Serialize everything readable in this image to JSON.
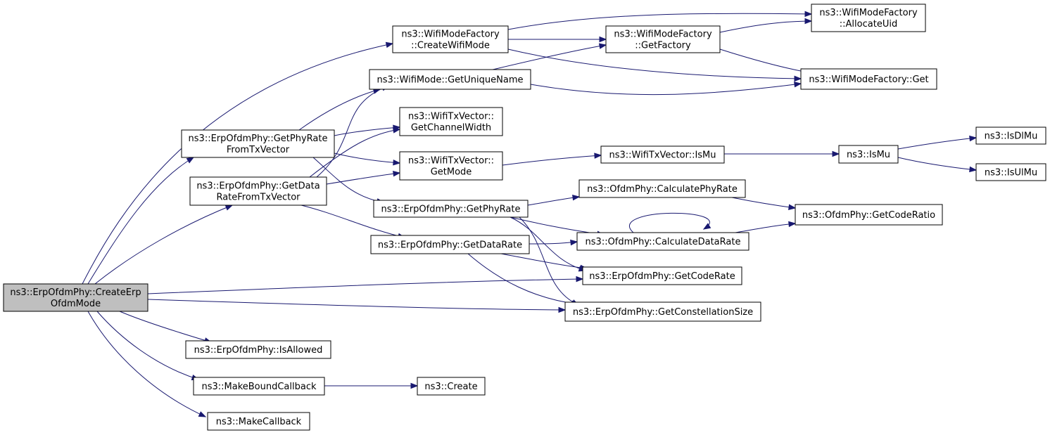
{
  "graph": {
    "nodes": [
      {
        "id": "root",
        "lines": [
          "ns3::ErpOfdmPhy::CreateErp",
          "OfdmMode"
        ],
        "root": true
      },
      {
        "id": "createwifimode",
        "lines": [
          "ns3::WifiModeFactory",
          "::CreateWifiMode"
        ]
      },
      {
        "id": "allocateuid",
        "lines": [
          "ns3::WifiModeFactory",
          "::AllocateUid"
        ]
      },
      {
        "id": "getfactory",
        "lines": [
          "ns3::WifiModeFactory",
          "::GetFactory"
        ]
      },
      {
        "id": "get",
        "lines": [
          "ns3::WifiModeFactory::Get"
        ]
      },
      {
        "id": "getuniquename",
        "lines": [
          "ns3::WifiMode::GetUniqueName"
        ]
      },
      {
        "id": "getphyratefromtx",
        "lines": [
          "ns3::ErpOfdmPhy::GetPhyRate",
          "FromTxVector"
        ]
      },
      {
        "id": "getchannelwidth",
        "lines": [
          "ns3::WifiTxVector::",
          "GetChannelWidth"
        ]
      },
      {
        "id": "getdataratefromtx",
        "lines": [
          "ns3::ErpOfdmPhy::GetData",
          "RateFromTxVector"
        ]
      },
      {
        "id": "getmode",
        "lines": [
          "ns3::WifiTxVector::",
          "GetMode"
        ]
      },
      {
        "id": "txismu",
        "lines": [
          "ns3::WifiTxVector::IsMu"
        ]
      },
      {
        "id": "ismu",
        "lines": [
          "ns3::IsMu"
        ]
      },
      {
        "id": "isdlmu",
        "lines": [
          "ns3::IsDlMu"
        ]
      },
      {
        "id": "isulmu",
        "lines": [
          "ns3::IsUlMu"
        ]
      },
      {
        "id": "getphyrate",
        "lines": [
          "ns3::ErpOfdmPhy::GetPhyRate"
        ]
      },
      {
        "id": "calcphyrate",
        "lines": [
          "ns3::OfdmPhy::CalculatePhyRate"
        ]
      },
      {
        "id": "getcoderatio",
        "lines": [
          "ns3::OfdmPhy::GetCodeRatio"
        ]
      },
      {
        "id": "getdatarate",
        "lines": [
          "ns3::ErpOfdmPhy::GetDataRate"
        ]
      },
      {
        "id": "calcdatarate",
        "lines": [
          "ns3::OfdmPhy::CalculateDataRate"
        ]
      },
      {
        "id": "getcoderate",
        "lines": [
          "ns3::ErpOfdmPhy::GetCodeRate"
        ]
      },
      {
        "id": "getconstsize",
        "lines": [
          "ns3::ErpOfdmPhy::GetConstellationSize"
        ]
      },
      {
        "id": "isallowed",
        "lines": [
          "ns3::ErpOfdmPhy::IsAllowed"
        ]
      },
      {
        "id": "makeboundcallback",
        "lines": [
          "ns3::MakeBoundCallback"
        ]
      },
      {
        "id": "create",
        "lines": [
          "ns3::Create"
        ]
      },
      {
        "id": "makecallback",
        "lines": [
          "ns3::MakeCallback"
        ]
      }
    ],
    "edges": [
      [
        "root",
        "createwifimode"
      ],
      [
        "root",
        "getphyratefromtx"
      ],
      [
        "root",
        "getdataratefromtx"
      ],
      [
        "root",
        "getcoderate"
      ],
      [
        "root",
        "getconstsize"
      ],
      [
        "root",
        "isallowed"
      ],
      [
        "root",
        "makeboundcallback"
      ],
      [
        "root",
        "makecallback"
      ],
      [
        "createwifimode",
        "allocateuid"
      ],
      [
        "createwifimode",
        "getfactory"
      ],
      [
        "createwifimode",
        "get"
      ],
      [
        "getfactory",
        "allocateuid"
      ],
      [
        "getfactory",
        "get"
      ],
      [
        "getuniquename",
        "getfactory"
      ],
      [
        "getuniquename",
        "get"
      ],
      [
        "getphyratefromtx",
        "getuniquename"
      ],
      [
        "getphyratefromtx",
        "getchannelwidth"
      ],
      [
        "getphyratefromtx",
        "getmode"
      ],
      [
        "getphyratefromtx",
        "getphyrate"
      ],
      [
        "getdataratefromtx",
        "getuniquename"
      ],
      [
        "getdataratefromtx",
        "getchannelwidth"
      ],
      [
        "getdataratefromtx",
        "getmode"
      ],
      [
        "getdataratefromtx",
        "getdatarate"
      ],
      [
        "getmode",
        "txismu"
      ],
      [
        "txismu",
        "ismu"
      ],
      [
        "ismu",
        "isdlmu"
      ],
      [
        "ismu",
        "isulmu"
      ],
      [
        "getphyrate",
        "calcphyrate"
      ],
      [
        "getphyrate",
        "calcdatarate"
      ],
      [
        "getphyrate",
        "getcoderate"
      ],
      [
        "getphyrate",
        "getconstsize"
      ],
      [
        "calcphyrate",
        "getcoderatio"
      ],
      [
        "calcdatarate",
        "getcoderatio"
      ],
      [
        "calcdatarate",
        "calcdatarate"
      ],
      [
        "getdatarate",
        "calcdatarate"
      ],
      [
        "getdatarate",
        "getcoderate"
      ],
      [
        "getdatarate",
        "getconstsize"
      ],
      [
        "makeboundcallback",
        "create"
      ]
    ]
  }
}
